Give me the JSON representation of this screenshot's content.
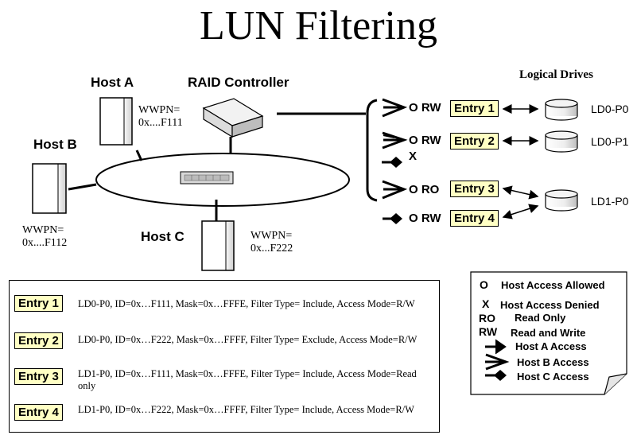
{
  "title": "LUN Filtering",
  "hosts": {
    "host_a": {
      "label": "Host A",
      "wwpn_line1": "WWPN=",
      "wwpn_line2": "0x....F111"
    },
    "host_b": {
      "label": "Host B",
      "wwpn_line1": "WWPN=",
      "wwpn_line2": "0x....F112"
    },
    "host_c": {
      "label": "Host C",
      "wwpn_line1": "WWPN=",
      "wwpn_line2": "0x...F222"
    }
  },
  "raid_controller": {
    "label": "RAID Controller"
  },
  "logical_drives": {
    "heading": "Logical Drives",
    "drives": [
      {
        "label": "LD0-P0"
      },
      {
        "label": "LD0-P1"
      },
      {
        "label": "LD1-P0"
      }
    ]
  },
  "access_rows": [
    {
      "perm": "O RW",
      "entry": "Entry 1"
    },
    {
      "perm": "O RW",
      "entry": "Entry 2",
      "denied": "X"
    },
    {
      "perm": "O RO",
      "entry": "Entry 3"
    },
    {
      "perm": "O RW",
      "entry": "Entry 4"
    }
  ],
  "entries_table": [
    {
      "entry": "Entry 1",
      "text": "LD0-P0, ID=0x…F111, Mask=0x…FFFE, Filter Type= Include, Access Mode=R/W"
    },
    {
      "entry": "Entry 2",
      "text": "LD0-P0, ID=0x…F222, Mask=0x…FFFF, Filter Type= Exclude, Access Mode=R/W"
    },
    {
      "entry": "Entry 3",
      "text": "LD1-P0, ID=0x…F111, Mask=0x…FFFE, Filter Type= Include, Access Mode=Read only"
    },
    {
      "entry": "Entry 4",
      "text": "LD1-P0, ID=0x…F222, Mask=0x…FFFF, Filter Type= Include, Access Mode=R/W"
    }
  ],
  "key": [
    {
      "symbol": "O",
      "text": "Host Access Allowed"
    },
    {
      "symbol": "X",
      "text": "Host Access Denied"
    },
    {
      "symbol": "RO",
      "text": "Read Only"
    },
    {
      "symbol": "RW",
      "text": "Read and Write"
    },
    {
      "symbol_icon": "host-a-arrow-icon",
      "text": "Host A Access"
    },
    {
      "symbol_icon": "host-b-arrow-icon",
      "text": "Host B Access"
    },
    {
      "symbol_icon": "host-c-diamond-icon",
      "text": "Host C Access"
    }
  ],
  "colors": {
    "entry_fill": "#ffffc4",
    "host_fill": "#ffffff",
    "line": "#000000"
  }
}
